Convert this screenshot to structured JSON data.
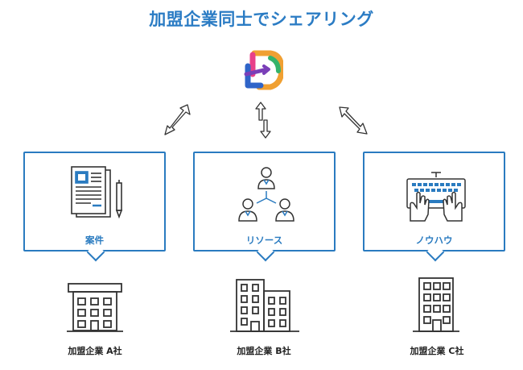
{
  "title": "加盟企業同士でシェアリング",
  "cards": [
    {
      "label": "案件",
      "icon": "document-pen-icon"
    },
    {
      "label": "リソース",
      "icon": "people-network-icon"
    },
    {
      "label": "ノウハウ",
      "icon": "keyboard-hands-icon"
    }
  ],
  "companies": [
    {
      "label": "加盟企業 A社",
      "icon": "office-building-icon"
    },
    {
      "label": "加盟企業 B社",
      "icon": "office-buildings-icon"
    },
    {
      "label": "加盟企業 C社",
      "icon": "tall-office-building-icon"
    }
  ],
  "colors": {
    "accent": "#2a7bc0",
    "title": "#2b7cc4",
    "line": "#333333"
  }
}
